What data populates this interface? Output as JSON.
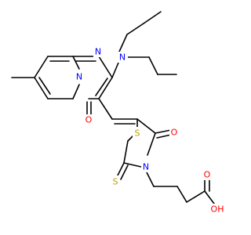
{
  "molecule": {
    "atoms": {
      "n_ring_top": {
        "symbol": "N",
        "color": "#0000ff"
      },
      "n_ring_bridge": {
        "symbol": "N",
        "color": "#0000ff"
      },
      "n_dipropyl": {
        "symbol": "N",
        "color": "#0000ff"
      },
      "n_thiazolidine": {
        "symbol": "N",
        "color": "#0000ff"
      },
      "o_pyrimidinone": {
        "symbol": "O",
        "color": "#ff0000"
      },
      "o_thiazolidinone": {
        "symbol": "O",
        "color": "#ff0000"
      },
      "o_carbonyl_acid": {
        "symbol": "O",
        "color": "#ff0000"
      },
      "oh_acid": {
        "symbol": "OH",
        "color": "#ff0000"
      },
      "s_ring": {
        "symbol": "S",
        "color": "#b8a000"
      },
      "s_thioxo": {
        "symbol": "S",
        "color": "#b8a000"
      }
    },
    "bond_color": "#000000"
  }
}
